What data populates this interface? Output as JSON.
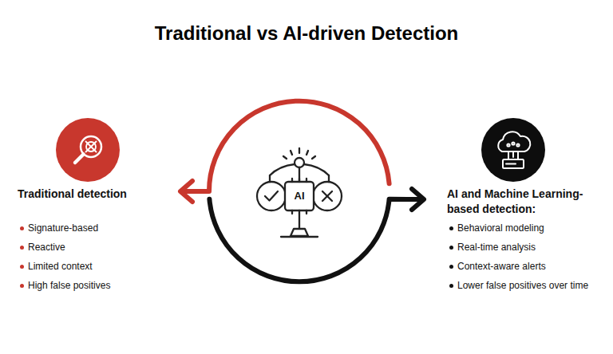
{
  "diagram": {
    "title": "Traditional vs AI-driven Detection",
    "nodes": [
      {
        "text": [
          "Traditional detection",
          "Signature-based",
          "Reactive",
          "Limited context",
          "High false positives"
        ]
      },
      {
        "text": [
          "AI and Machine Learning-based detection:",
          "Behavioral modeling",
          "Real-time analysis",
          "Context-aware alerts",
          "Lower false positives over time"
        ]
      }
    ],
    "labels": [
      "AI"
    ]
  }
}
